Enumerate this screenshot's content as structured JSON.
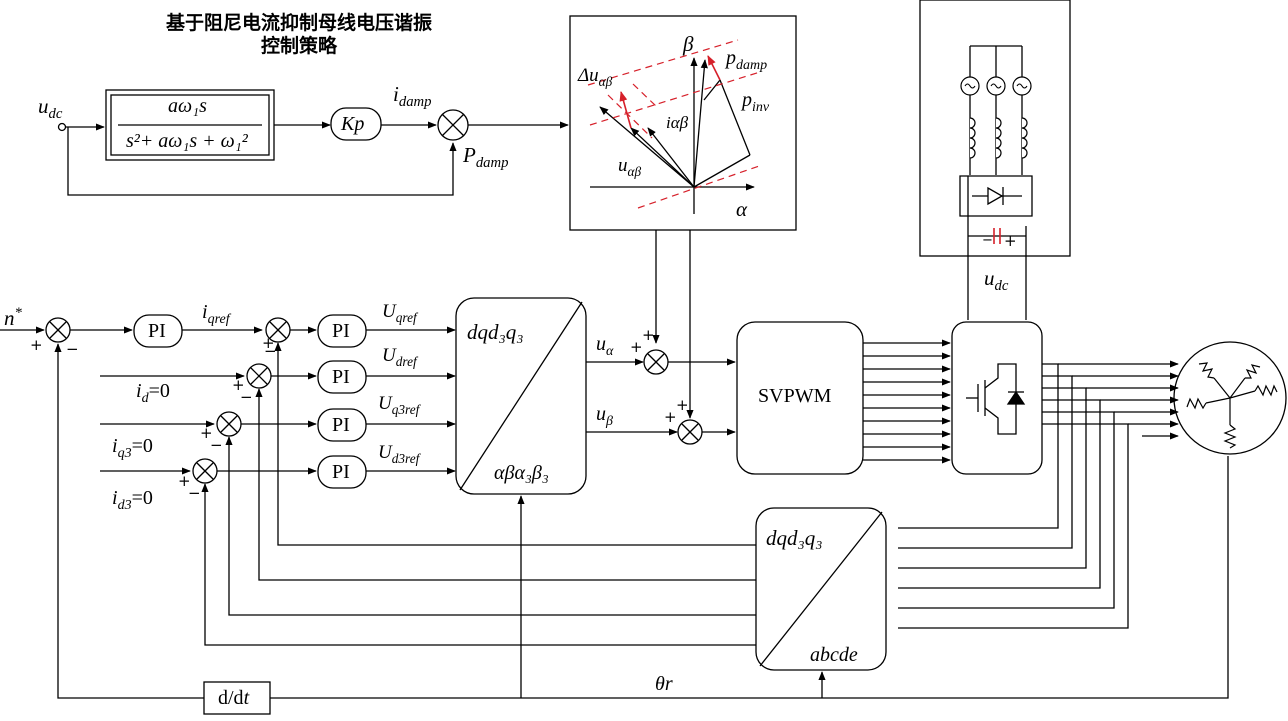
{
  "title": {
    "line1": "基于阻尼电流抑制母线电压谐振",
    "line2": "控制策略"
  },
  "filter": {
    "numerator": "aω₁s",
    "denominator": "s²+ aω₁s + ω₁²"
  },
  "blocks": {
    "kp": "Kp",
    "pi": "PI",
    "svpwm": "SVPWM",
    "ddt": "d/dt",
    "park_top": "dqd₃q₃",
    "park_bottom": "αβα₃β₃",
    "inv_park_top": "dqd₃q₃",
    "inv_park_bottom": "abcde"
  },
  "signals": {
    "udc_in": "u_dc",
    "idamp": "i_damp",
    "Pdamp": "P_damp",
    "n_star": "n*",
    "iqref": "i_qref",
    "Uqref": "U_qref",
    "Udref": "U_dref",
    "Uq3ref": "U_q3ref",
    "Ud3ref": "U_d3ref",
    "id0": "i_d=0",
    "iq30": "i_q3=0",
    "id30": "i_d3=0",
    "ualpha": "u_α",
    "ubeta": "u_β",
    "udc_dc": "u_dc",
    "theta": "θr"
  },
  "vector_diagram": {
    "alpha": "α",
    "beta": "β",
    "pdamp": "p_damp",
    "pinv": "p_inv",
    "delta_u": "Δu_αβ",
    "i_ab": "iαβ",
    "u_ab": "u_αβ"
  },
  "signs": {
    "plus": "+",
    "minus": "−"
  },
  "colors": {
    "line": "#000000",
    "vector_red": "#d6202a"
  },
  "icons": [
    "ac-source-icon",
    "inductor-icon",
    "diode-icon",
    "capacitor-icon",
    "igbt-icon",
    "motor-icon"
  ]
}
